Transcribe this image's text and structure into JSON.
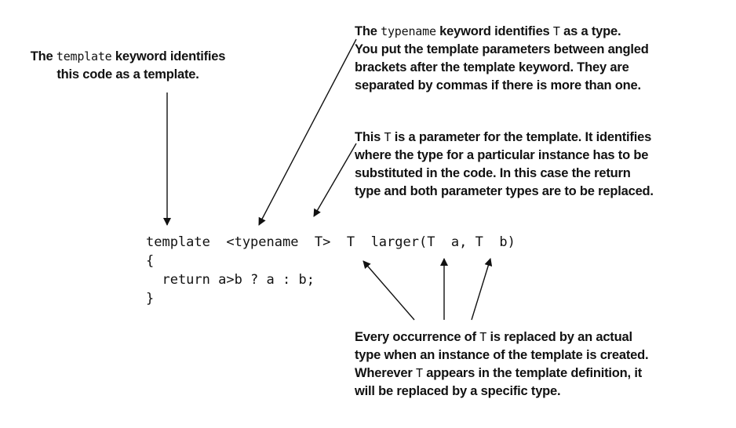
{
  "notes": {
    "template_keyword": {
      "line1_pre": "The ",
      "line1_code": "template",
      "line1_post": " keyword identifies",
      "line2": "this code as a template."
    },
    "typename_keyword": {
      "line1_pre": "The ",
      "line1_code": "typename",
      "line1_mid": " keyword identifies ",
      "line1_code2": "T",
      "line1_post": " as a type.",
      "line2": "You put the template parameters between angled",
      "line3": "brackets after the template keyword. They are",
      "line4": "separated by commas if there is more than one."
    },
    "parameter_t": {
      "line1_pre": "This ",
      "line1_code": "T",
      "line1_post": " is a parameter for the template. It identifies",
      "line2": "where the type for a particular instance has to be",
      "line3": "substituted in the code. In this case the return",
      "line4": "type and both parameter types are to be replaced."
    },
    "occurrence": {
      "line1_pre": "Every occurrence of ",
      "line1_code": "T",
      "line1_post": " is replaced by an actual",
      "line2": "type when an instance of the template is created.",
      "line3_pre": "Wherever ",
      "line3_code": "T",
      "line3_post": " appears in the template definition, it",
      "line4": "will be replaced by a specific type."
    }
  },
  "code": {
    "line1": "template  <typename  T>  T  larger(T  a, T  b)",
    "line2": "{",
    "line3": "  return a>b ? a : b;",
    "line4": "}"
  },
  "colors": {
    "text": "#111111",
    "arrow": "#111111",
    "background": "#ffffff"
  }
}
